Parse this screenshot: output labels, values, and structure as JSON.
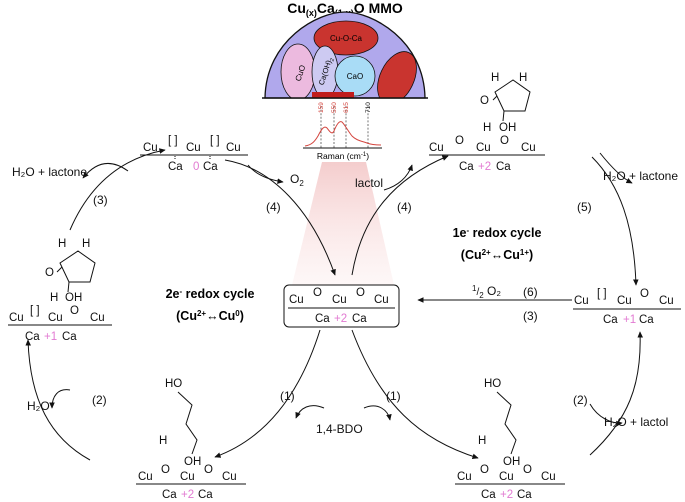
{
  "title": {
    "main": "Cu",
    "sub1": "(x)",
    "mid": "Ca",
    "sub2": "(1-x)",
    "tail": "O MMO"
  },
  "dome": {
    "regions": [
      "Cu-O-Ca",
      "CuO",
      "Ca(OH)",
      "2",
      "CaO"
    ],
    "colors": {
      "dome": "#b0a8ec",
      "cuoca": "#c9342f",
      "cuo": "#ecbadf",
      "caoh": "#cdcaf2",
      "cao": "#a9dcf6",
      "dark_red": "#c01c1c"
    }
  },
  "raman": {
    "peaks": [
      "159",
      "550",
      "615",
      "710"
    ],
    "axis_label": "Raman",
    "axis_unit": "(cm",
    "axis_unit_sup": "-1",
    "axis_unit_close": ")"
  },
  "cycles": {
    "two_e_title": "2e",
    "two_e_sup": "-",
    "two_e_suffix": " redox cycle",
    "two_e_detail_a": "(Cu",
    "two_e_detail_sup1": "2+",
    "two_e_detail_arrow": "↔Cu",
    "two_e_detail_sup2": "0",
    "two_e_detail_close": ")",
    "one_e_title": "1e",
    "one_e_sup": "-",
    "one_e_suffix": " redox cycle",
    "one_e_detail_a": "(Cu",
    "one_e_detail_sup1": "2+",
    "one_e_detail_arrow": "↔Cu",
    "one_e_detail_sup2": "1+",
    "one_e_detail_close": ")"
  },
  "labels": {
    "h2o_lactone_left": "H₂O + lactone",
    "h2o_lactone_right": "H₂O + lactone",
    "o2": "O",
    "o2_sub": "2",
    "lactol": "lactol",
    "h2o": "H₂O",
    "bdo": "1,4-BDO",
    "h2o_lactol": "H₂O + lactol",
    "half": "1",
    "half_den": "2",
    "half_o2": " O₂",
    "steps": [
      "(1)",
      "(2)",
      "(3)",
      "(4)",
      "(5)",
      "(6)"
    ]
  },
  "atoms": {
    "cu": "Cu",
    "ca": "Ca",
    "o": "O",
    "h": "H",
    "oh": "OH",
    "ho": "HO",
    "vac": "[ ]"
  },
  "ox_states": {
    "zero": "0",
    "plus1": "+1",
    "plus2": "+2"
  }
}
